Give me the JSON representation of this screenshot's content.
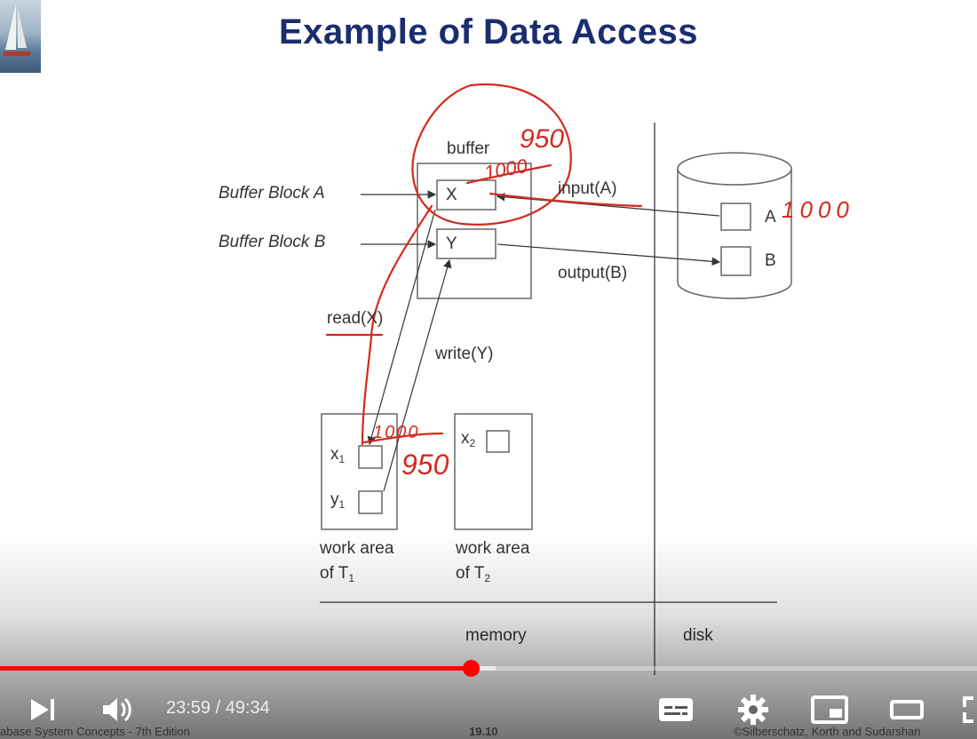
{
  "slide": {
    "title": "Example of Data Access",
    "labels": {
      "buffer": "buffer",
      "buffer_block_a": "Buffer Block A",
      "buffer_block_b": "Buffer Block B",
      "block_x": "X",
      "block_y": "Y",
      "input": "input(A)",
      "output": "output(B)",
      "read": "read(X)",
      "write": "write(Y)",
      "disk_a": "A",
      "disk_b": "B",
      "x1": "x",
      "x1_sub": "1",
      "y1": "y",
      "y1_sub": "1",
      "x2": "x",
      "x2_sub": "2",
      "work_area": "work area",
      "of_t": "of T",
      "t1_sub": "1",
      "t2_sub": "2",
      "memory": "memory",
      "disk": "disk"
    },
    "annotations": {
      "buffer_x_new": "950",
      "buffer_x_old": "1000",
      "disk_a_value": "1000",
      "x1_old": "1000",
      "x1_new": "950"
    },
    "footer": {
      "left": "abase System Concepts - 7th Edition",
      "center": "19.10",
      "right": "©Silberschatz, Korth and Sudarshan"
    }
  },
  "player": {
    "current_time": "23:59",
    "separator": " / ",
    "duration": "49:34",
    "progress": 0.4825,
    "buffered": 0.507,
    "colors": {
      "progress": "#ff0000",
      "ink": "#d42a1e",
      "title": "#1a2e6e"
    }
  }
}
